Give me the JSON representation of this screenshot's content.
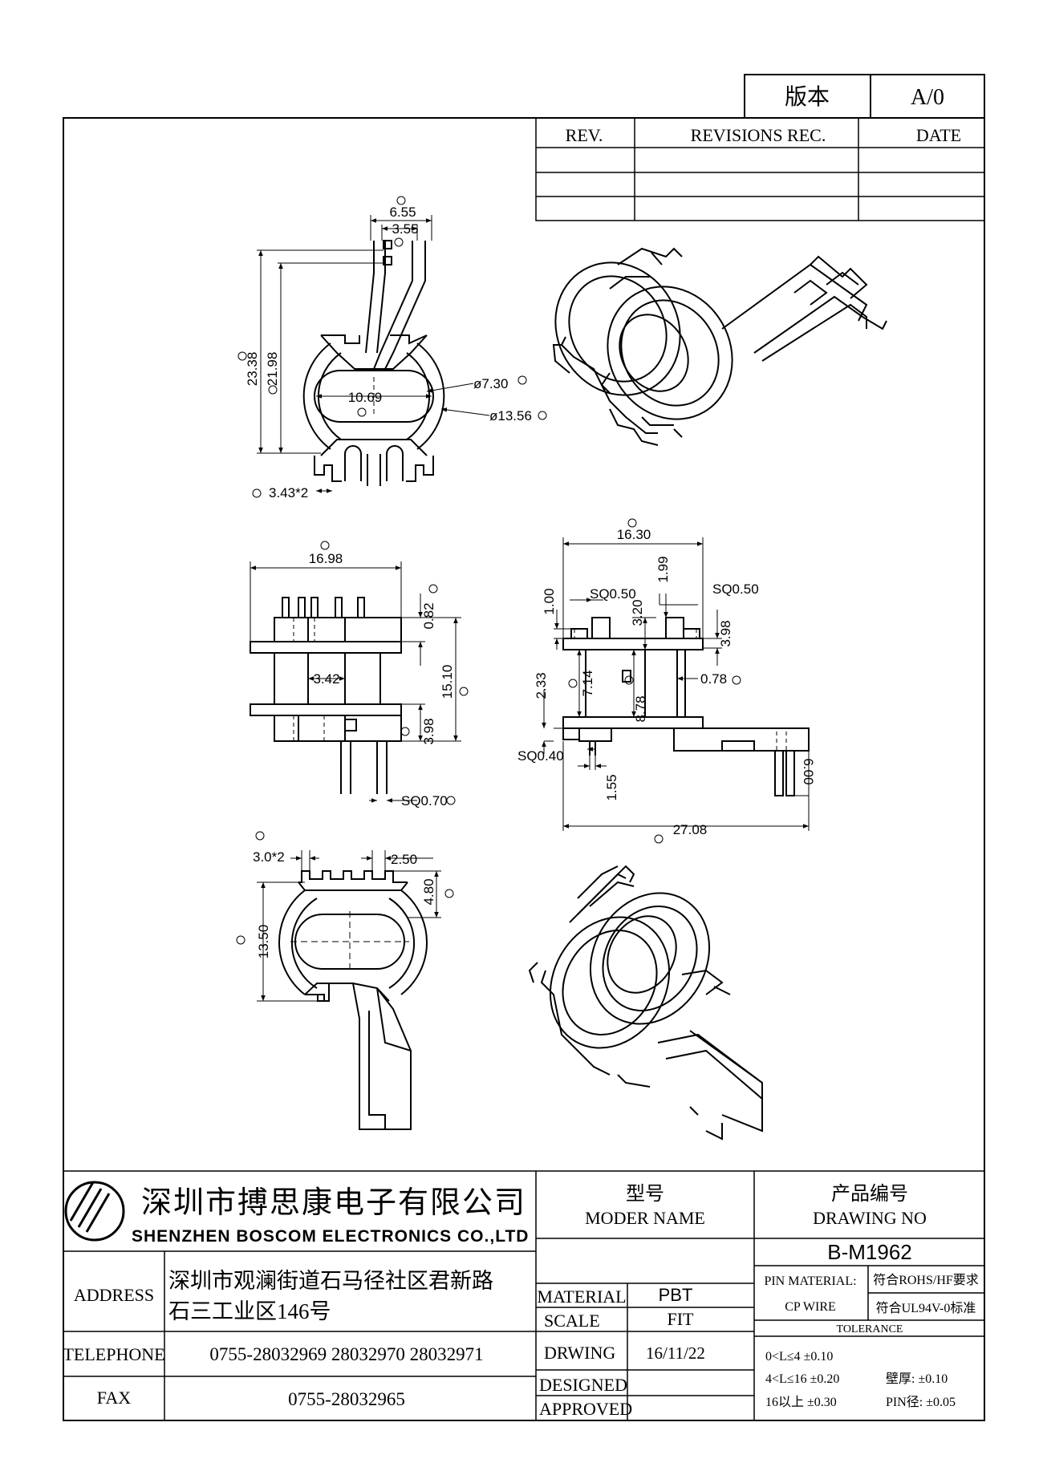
{
  "version_box": {
    "label": "版本",
    "value": "A/0"
  },
  "revisions": {
    "headers": [
      "REV.",
      "REVISIONS REC.",
      "DATE"
    ],
    "rows": [
      [
        "",
        "",
        ""
      ],
      [
        "",
        "",
        ""
      ],
      [
        "",
        "",
        ""
      ]
    ]
  },
  "dimensions": {
    "top_view": {
      "d_6_55": "6.55",
      "d_3_55": "3.55",
      "d_23_38": "23.38",
      "d_21_98": "21.98",
      "d_10_69": "10.69",
      "d_dia_7_30": "ø7.30",
      "d_dia_13_56": "ø13.56",
      "d_3_43x2": "3.43*2"
    },
    "side_view": {
      "d_16_98": "16.98",
      "d_0_82": "0.82",
      "d_15_10": "15.10",
      "d_3_42": "3.42",
      "d_3_98": "3.98",
      "d_sq0_70": "SQ0.70"
    },
    "front_view": {
      "d_16_30": "16.30",
      "d_1_99": "1.99",
      "d_sq0_50_a": "SQ0.50",
      "d_sq0_50_b": "SQ0.50",
      "d_1_00": "1.00",
      "d_3_20": "3.20",
      "d_3_98": "3.98",
      "d_2_33": "2.33",
      "d_7_14": "7.14",
      "d_8_78": "8.78",
      "d_0_78": "0.78",
      "d_sq0_40": "SQ0.40",
      "d_1_55": "1.55",
      "d_6_00": "6.00",
      "d_27_08": "27.08"
    },
    "bottom_view": {
      "d_3_0x2": "3.0*2",
      "d_2_50": "2.50",
      "d_4_80": "4.80",
      "d_13_50": "13.50"
    }
  },
  "company": {
    "name_cn": "深圳市搏思康电子有限公司",
    "name_en": "SHENZHEN BOSCOM ELECTRONICS CO.,LTD",
    "address_label": "ADDRESS",
    "address_line1": "深圳市观澜街道石马径社区君新路",
    "address_line2": "石三工业区146号",
    "telephone_label": "TELEPHONE",
    "telephone": "0755-28032969 28032970 28032971",
    "fax_label": "FAX",
    "fax": "0755-28032965"
  },
  "title_block": {
    "model_cn": "型号",
    "model_en": "MODER NAME",
    "drawing_no_cn": "产品编号",
    "drawing_no_en": "DRAWING NO",
    "drawing_no": "B-M1962",
    "material_label": "MATERIAL",
    "material": "PBT",
    "scale_label": "SCALE",
    "scale": "FIT",
    "drwing_label": "DRWING",
    "drwing": "16/11/22",
    "designed_label": "DESIGNED",
    "designed": "",
    "approved_label": "APPROVED",
    "approved": "",
    "pin_material_label": "PIN MATERIAL:",
    "pin_material_value": "CP WIRE",
    "rohs": "符合ROHS/HF要求",
    "ul": "符合UL94V-0标准",
    "tolerance_label": "TOLERANCE",
    "tol1": "0<L≤4  ±0.10",
    "tol2": "4<L≤16  ±0.20",
    "tol3": "16以上    ±0.30",
    "wall": "壁厚:   ±0.10",
    "pin_dia": "PIN径: ±0.05"
  }
}
